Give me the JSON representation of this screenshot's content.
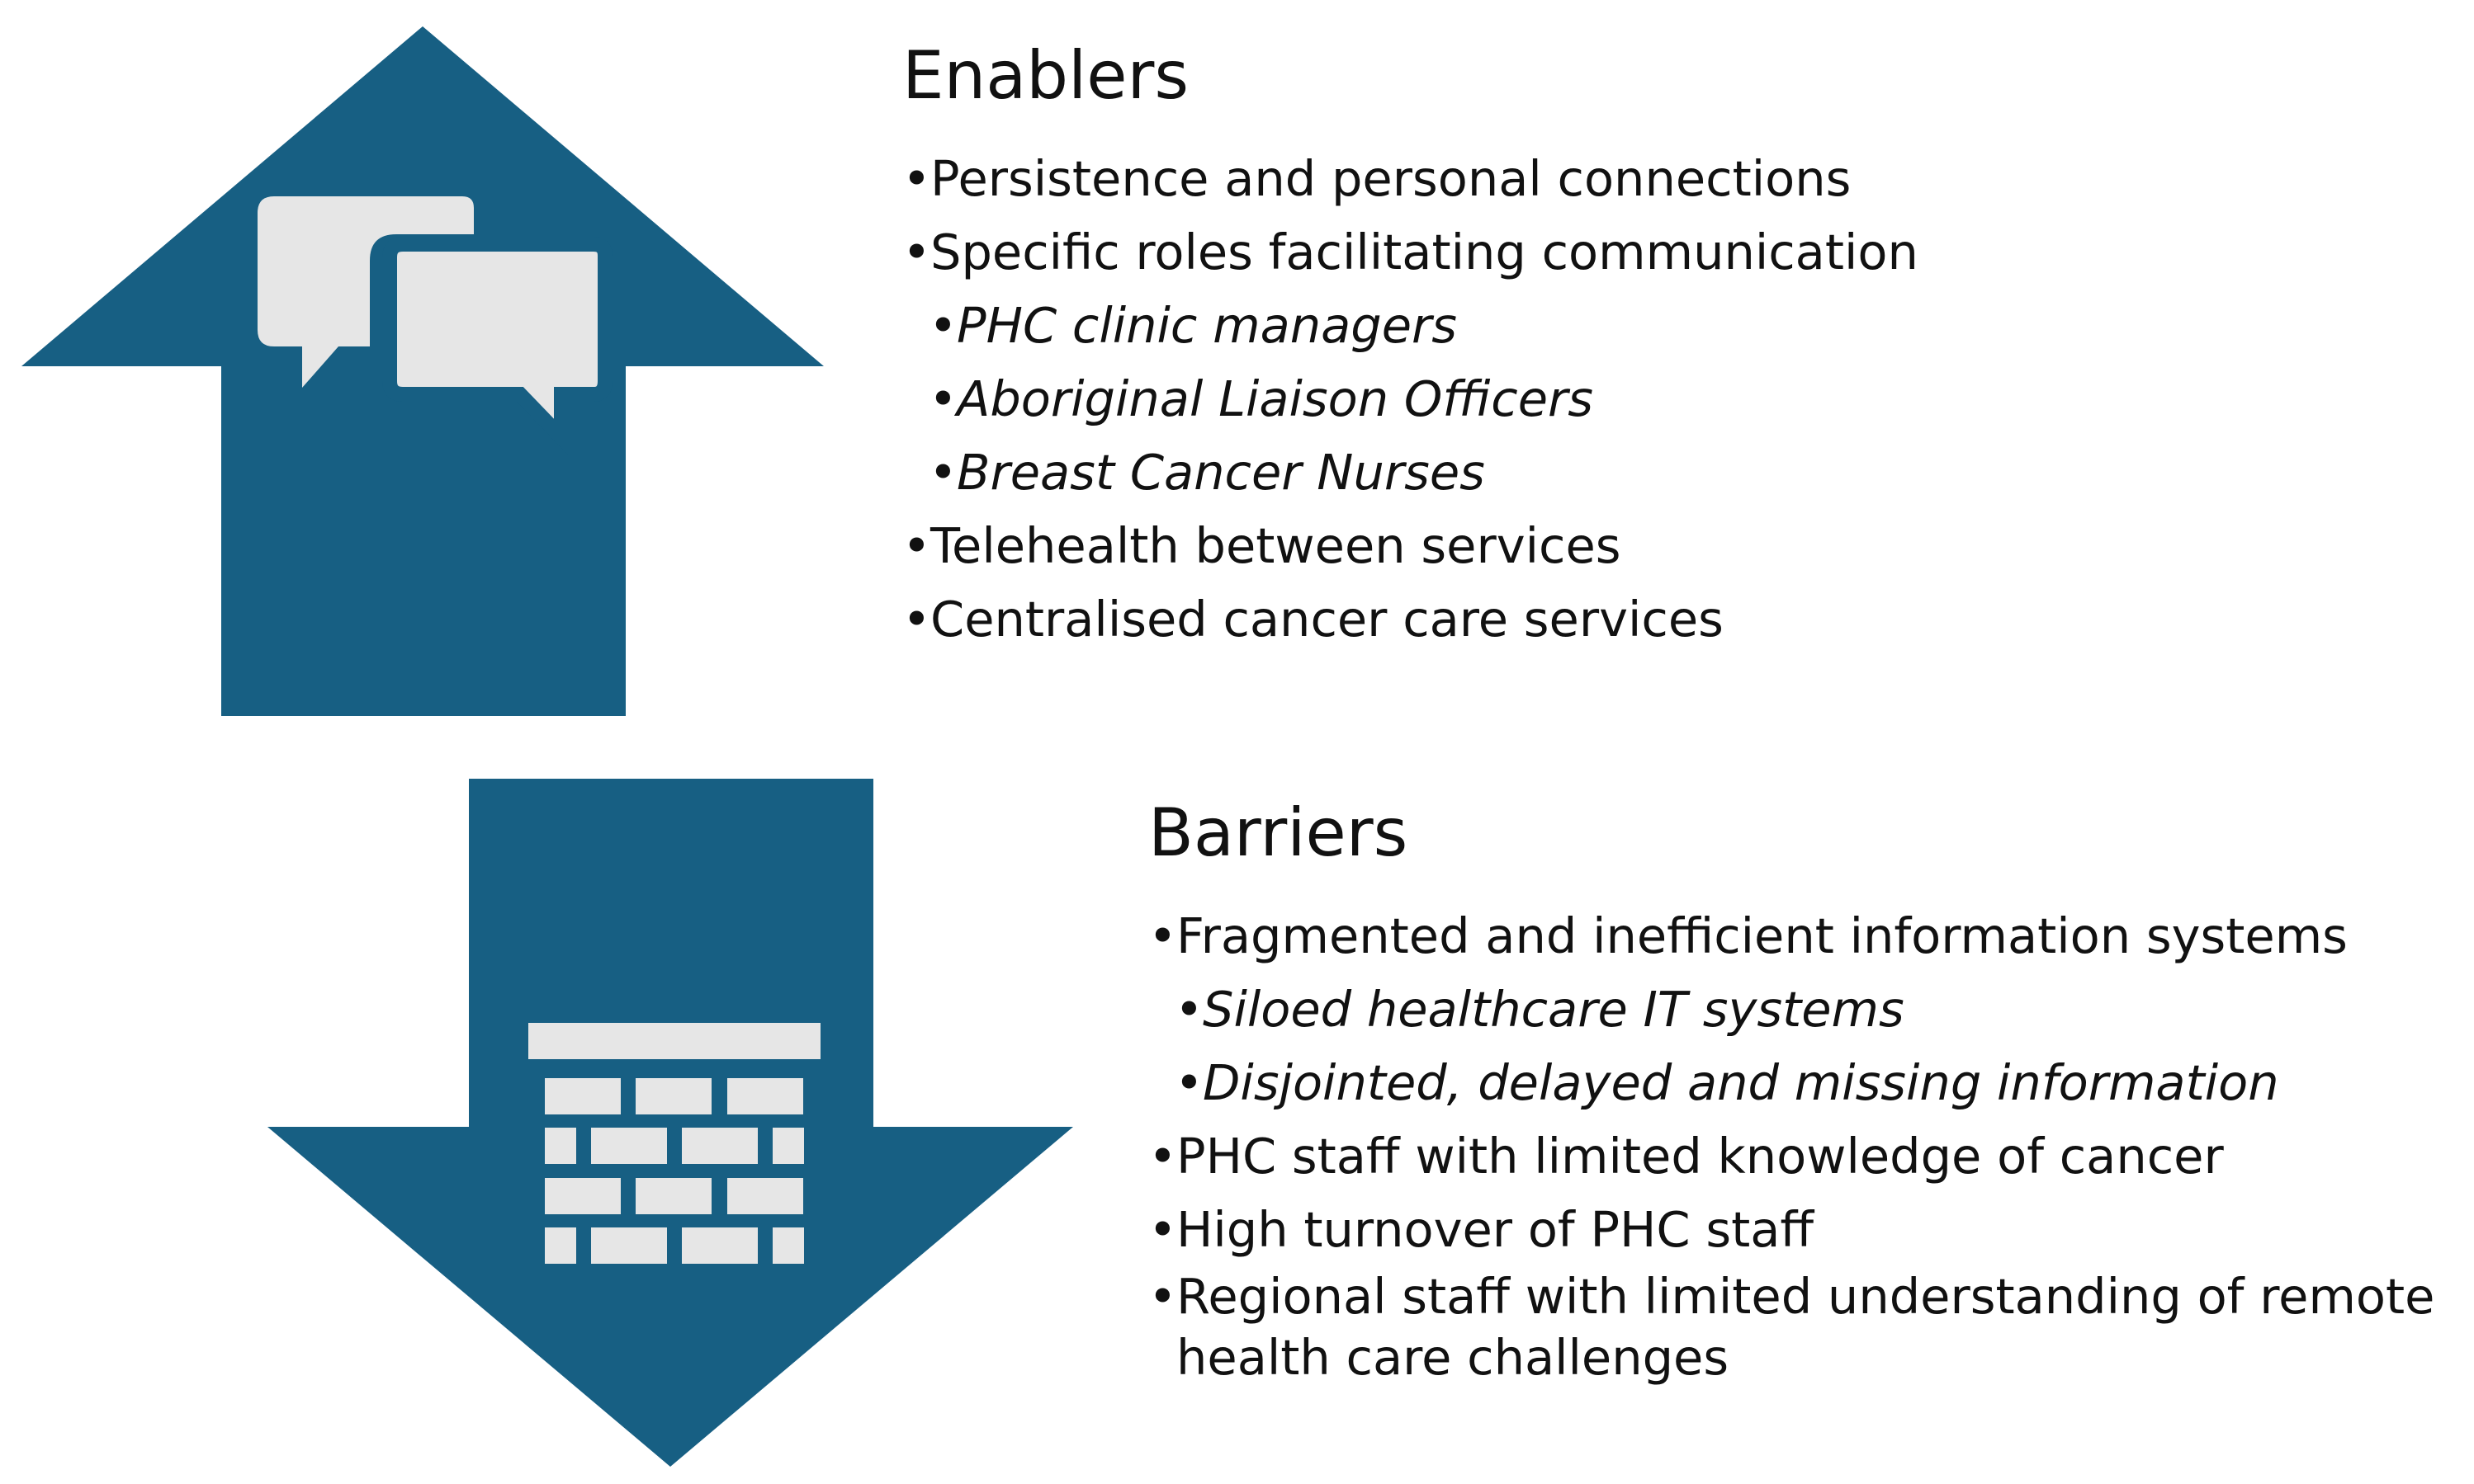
{
  "colors": {
    "arrow": "#175f83",
    "icon": "#e6e6e6",
    "text": "#111111",
    "background": "#ffffff"
  },
  "enablers": {
    "icon": "speech-bubbles-icon",
    "title": "Enablers",
    "items": [
      {
        "text": "Persistence and personal connections",
        "level": 1
      },
      {
        "text": "Specific roles facilitating communication",
        "level": 1
      },
      {
        "text": "PHC clinic managers",
        "level": 2
      },
      {
        "text": "Aboriginal Liaison Officers",
        "level": 2
      },
      {
        "text": "Breast Cancer Nurses",
        "level": 2
      },
      {
        "text": "Telehealth between services",
        "level": 1
      },
      {
        "text": "Centralised cancer care services",
        "level": 1
      }
    ]
  },
  "barriers": {
    "icon": "brick-wall-icon",
    "title": "Barriers",
    "items": [
      {
        "text": "Fragmented and inefficient information systems",
        "level": 1
      },
      {
        "text": "Siloed healthcare IT systems",
        "level": 2
      },
      {
        "text": "Disjointed, delayed and missing information",
        "level": 2
      },
      {
        "text": "PHC staff with limited knowledge of cancer",
        "level": 1
      },
      {
        "text": "High turnover of PHC staff",
        "level": 1
      },
      {
        "text": "Regional staff with limited understanding of remote health care challenges",
        "level": 1
      }
    ]
  }
}
